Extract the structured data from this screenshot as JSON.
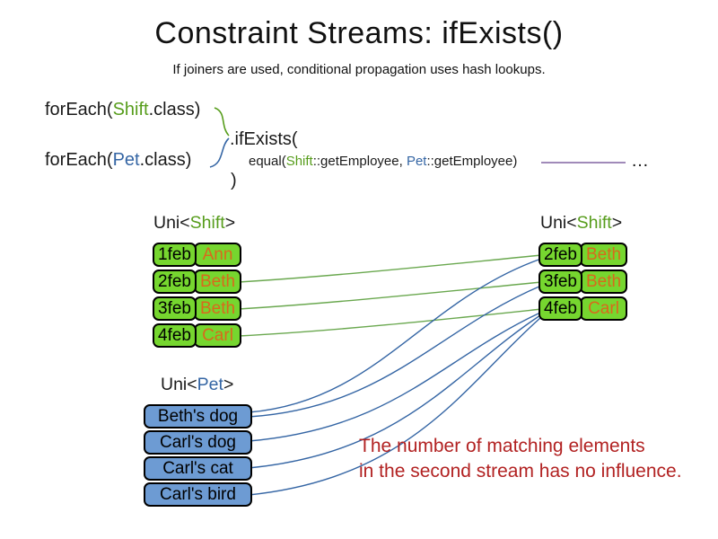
{
  "title": "Constraint Streams: ifExists()",
  "subtitle": "If joiners are used, conditional propagation uses hash lookups.",
  "colors": {
    "shift_green_text": "#579d1c",
    "pet_blue_text": "#3465a4",
    "shift_box_fill": "#76d62f",
    "pet_box_fill": "#6d9bd3",
    "employee_orange_text": "#d9691c",
    "match_line_green": "#6aa84f",
    "match_line_blue": "#3465a4",
    "continuation_line_purple": "#8064a2",
    "note_red": "#b22222"
  },
  "code": {
    "foreach_shift": {
      "pre": "forEach(",
      "class_name": "Shift",
      "post": ".class)"
    },
    "foreach_pet": {
      "pre": "forEach(",
      "class_name": "Pet",
      "post": ".class)"
    },
    "if_exists": ".ifExists(",
    "equal": {
      "pre": "equal(",
      "shift": "Shift",
      "mid1": "::getEmployee, ",
      "pet": "Pet",
      "post": "::getEmployee)"
    },
    "close_paren": ")",
    "ellipsis": "…"
  },
  "labels": {
    "left_shift": {
      "pre": "Uni<",
      "type": "Shift",
      "post": ">"
    },
    "right_shift": {
      "pre": "Uni<",
      "type": "Shift",
      "post": ">"
    },
    "pet": {
      "pre": "Uni<",
      "type": "Pet",
      "post": ">"
    }
  },
  "left_shift_table": {
    "rows": [
      {
        "date": "1feb",
        "name": "Ann"
      },
      {
        "date": "2feb",
        "name": "Beth"
      },
      {
        "date": "3feb",
        "name": "Beth"
      },
      {
        "date": "4feb",
        "name": "Carl"
      }
    ]
  },
  "right_shift_table": {
    "rows": [
      {
        "date": "2feb",
        "name": "Beth"
      },
      {
        "date": "3feb",
        "name": "Beth"
      },
      {
        "date": "4feb",
        "name": "Carl"
      }
    ]
  },
  "pet_list": {
    "items": [
      "Beth's dog",
      "Carl's dog",
      "Carl's cat",
      "Carl's bird"
    ]
  },
  "note": {
    "line1": "The number of matching elements",
    "line2": "in the second stream has no influence."
  }
}
